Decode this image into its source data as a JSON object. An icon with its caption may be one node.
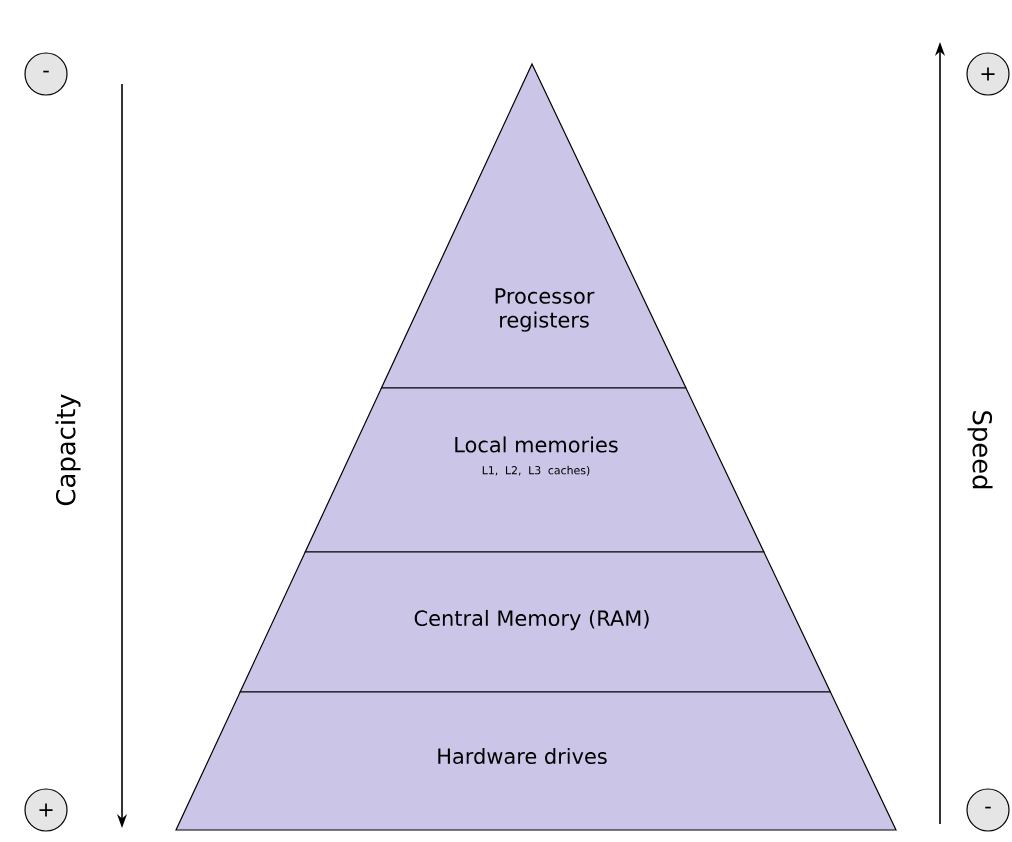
{
  "diagram": {
    "nodes": [
      {
        "text": [
          "Processor registers"
        ]
      },
      {
        "text": [
          "Local memories",
          "L1, L2, L3 caches)"
        ]
      },
      {
        "text": [
          "Central Memory (RAM)"
        ]
      },
      {
        "text": [
          "Hardware drives"
        ]
      },
      {
        "text": [
          "-"
        ]
      },
      {
        "text": [
          "+"
        ]
      },
      {
        "text": [
          "+"
        ]
      },
      {
        "text": [
          "-"
        ]
      }
    ],
    "edges": [],
    "labels": [
      "Capacity",
      "Speed"
    ]
  }
}
